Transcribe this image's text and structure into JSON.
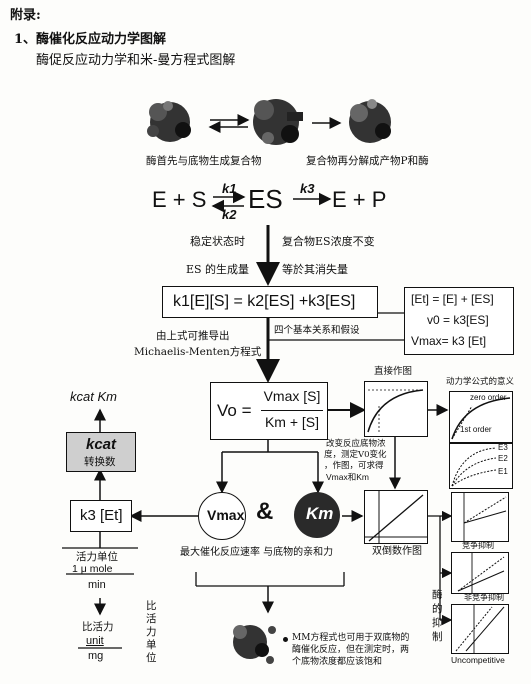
{
  "header": {
    "appendix": "附录:",
    "section": "1、酶催化反应动力学图解",
    "subtitle": "酶促反应动力学和米-曼方程式图解"
  },
  "top_captions": {
    "left": "酶首先与底物生成复合物",
    "right": "复合物再分解成产物P和酶"
  },
  "reaction": {
    "left": "E + S",
    "k1": "k1",
    "k2": "k2",
    "es": "ES",
    "k3": "k3",
    "right": "E + P"
  },
  "steady": {
    "left_line1": "稳定状态时",
    "left_line2": "ES 的生成量",
    "right_line1": "复合物ES浓度不变",
    "right_line2": "等於其消失量"
  },
  "equation_main": "k1[E][S] = k2[ES] +k3[ES]",
  "relations": {
    "line1": "[Et] = [E] + [ES]",
    "line2": "v0 = k3[ES]",
    "line3": "Vmax= k3 [Et]",
    "label": "四个基本关系和假设"
  },
  "derive": {
    "line1": "由上式可推导出",
    "line2": "Michaelis-Menten方程式"
  },
  "mm_equation": {
    "lhs": "Vo =",
    "numerator": "Vmax [S]",
    "denominator": "Km + [S]"
  },
  "plot_direct_title": "直接作图",
  "plot_meaning_title": "动力学公式的意义",
  "zero_order": "zero order",
  "first_order": "1st order",
  "e_labels": [
    "E3",
    "E2",
    "E1"
  ],
  "measure_note": [
    "改变反应底物浓",
    "度，测定V0变化",
    "，作图，可求得",
    "Vmax和Km"
  ],
  "left_panel": {
    "kcat_km": "kcat Km",
    "kcat": "kcat",
    "turnover": "转换数",
    "k3et": "k3 [Et]",
    "activity_unit": "活力单位",
    "umole": "1 μ mole",
    "min": "min",
    "specific": "比活力",
    "unit": "unit",
    "mg": "mg",
    "specific_vertical": "比活力单位"
  },
  "vmax_circle": "Vmax",
  "amp": "&",
  "km_circle": "Km",
  "bottom_caption": "最大催化反应速率 与底物的亲和力",
  "double_reciprocal": "双倒数作图",
  "inhibition": {
    "competitive": "竞争抑制",
    "noncompetitive": "非竞争抑制",
    "vertical": "酶的抑制",
    "uncompetitive": "Uncompetitive"
  },
  "bottom_note": [
    "MM方程式也可用于双底物的",
    "酶催化反应，但在测定时，两",
    "个底物浓度都应该饱和"
  ]
}
